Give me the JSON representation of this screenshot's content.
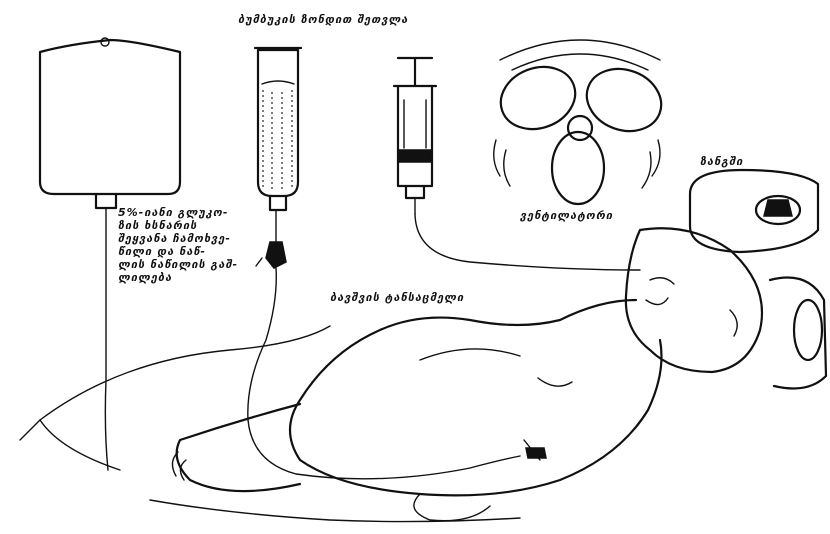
{
  "labels": {
    "title": "ბუმბუკის ზონდით შეთვლა",
    "bag_note": "5%-იანი გლუკო-\nზის ხსნარის\nშეყვანა ჩამოხვე-\nწილი და ნაწ-\nლის ნაწილის გაშ-\nლილება",
    "fan": "ვენტილატორი",
    "head_device": "ზანგში",
    "body_cover": "ბავშვის ტანსაცმელი"
  }
}
